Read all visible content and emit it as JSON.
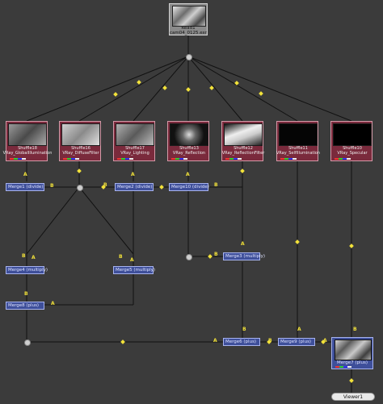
{
  "colors": {
    "background": "#3b3b3b",
    "wire": "#111111",
    "shuffle": "#7a2a3c",
    "merge": "#3e4f9a",
    "read": "#8a8a8a",
    "arrow_marker": "#f2e23a"
  },
  "read": {
    "title": "Read1",
    "file": "cam04_0125.exr"
  },
  "shuffles": [
    {
      "name": "Shuffle18",
      "sub": "VRay_GlobalIllumination",
      "thumb": "gray"
    },
    {
      "name": "Shuffle16",
      "sub": "VRay_DiffuseFilter",
      "thumb": "light"
    },
    {
      "name": "Shuffle17",
      "sub": "VRay_Lighting",
      "thumb": "gray"
    },
    {
      "name": "Shuffle13",
      "sub": "VRay_Reflection",
      "thumb": "dark"
    },
    {
      "name": "Shuffle12",
      "sub": "VRay_ReflectionFilter",
      "thumb": "mid"
    },
    {
      "name": "Shuffle11",
      "sub": "VRay_SelfIllumination",
      "thumb": "black"
    },
    {
      "name": "Shuffle10",
      "sub": "VRay_Specular",
      "thumb": "black"
    }
  ],
  "merges": {
    "m1": "Merge1 (divide)",
    "m2": "Merge2 (divide)",
    "m10": "Merge10 (divide)",
    "m3": "Merge3 (multiply)",
    "m4": "Merge4 (multiply)",
    "m5": "Merge5 (multiply)",
    "m6": "Merge6 (plus)",
    "m8": "Merge8 (plus)",
    "m9": "Merge9 (plus)",
    "m7": "Merge7 (plus)"
  },
  "viewer": {
    "name": "Viewer1"
  },
  "inputs": {
    "a": "A",
    "b": "B"
  }
}
